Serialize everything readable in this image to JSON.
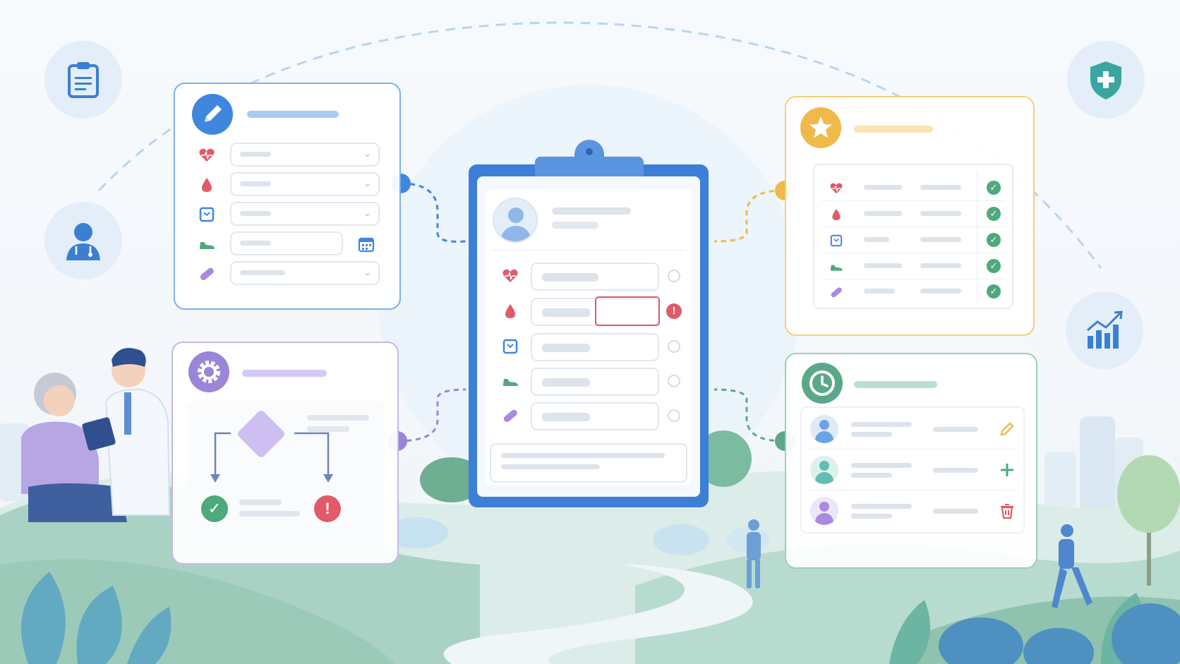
{
  "scene": {
    "corner_icons": [
      "clipboard-icon",
      "doctor-icon",
      "shield-plus-icon",
      "growth-chart-icon"
    ],
    "accent_colors": {
      "edit": "#3f86df",
      "logic": "#9b85d8",
      "review": "#f0b94a",
      "history": "#5aa889",
      "error": "#e05a6a",
      "check": "#4ea97c"
    }
  },
  "edit_panel": {
    "header_icon": "pencil-icon",
    "rows": [
      {
        "icon": "heart-icon",
        "control": "dropdown"
      },
      {
        "icon": "blood-drop-icon",
        "control": "dropdown"
      },
      {
        "icon": "scale-icon",
        "control": "dropdown"
      },
      {
        "icon": "shoe-icon",
        "control": "date-picker"
      },
      {
        "icon": "pill-icon",
        "control": "dropdown"
      }
    ]
  },
  "logic_panel": {
    "header_icon": "gear-icon",
    "outcomes": [
      "check-icon",
      "alert-icon"
    ]
  },
  "form_panel": {
    "header_icon": "user-avatar-icon",
    "rows": [
      {
        "icon": "heart-icon",
        "status": "empty"
      },
      {
        "icon": "blood-drop-icon",
        "status": "error"
      },
      {
        "icon": "scale-icon",
        "status": "empty"
      },
      {
        "icon": "shoe-icon",
        "status": "empty"
      },
      {
        "icon": "pill-icon",
        "status": "empty"
      }
    ]
  },
  "review_panel": {
    "header_icon": "star-icon",
    "rows": [
      {
        "icon": "heart-icon",
        "status": "verified"
      },
      {
        "icon": "blood-drop-icon",
        "status": "verified"
      },
      {
        "icon": "scale-icon",
        "status": "verified"
      },
      {
        "icon": "shoe-icon",
        "status": "verified"
      },
      {
        "icon": "pill-icon",
        "status": "verified"
      }
    ]
  },
  "history_panel": {
    "header_icon": "clock-icon",
    "entries": [
      {
        "avatar": "user-avatar-blue",
        "action": "edit-icon"
      },
      {
        "avatar": "user-avatar-teal",
        "action": "plus-icon"
      },
      {
        "avatar": "user-avatar-purple",
        "action": "trash-icon"
      }
    ]
  }
}
